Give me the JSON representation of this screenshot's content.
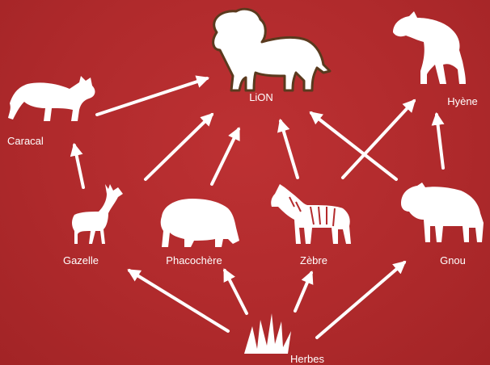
{
  "diagram": {
    "nodes": [
      {
        "id": "lion",
        "label": "LiON",
        "icon": "lion-icon"
      },
      {
        "id": "caracal",
        "label": "Caracal",
        "icon": "caracal-icon"
      },
      {
        "id": "hyene",
        "label": "Hyène",
        "icon": "hyena-icon"
      },
      {
        "id": "gazelle",
        "label": "Gazelle",
        "icon": "gazelle-icon"
      },
      {
        "id": "phacochere",
        "label": "Phacochère",
        "icon": "warthog-icon"
      },
      {
        "id": "zebre",
        "label": "Zèbre",
        "icon": "zebra-icon"
      },
      {
        "id": "gnou",
        "label": "Gnou",
        "icon": "wildebeest-icon"
      },
      {
        "id": "herbes",
        "label": "Herbes",
        "icon": "grass-icon"
      }
    ],
    "edges": [
      {
        "from": "herbes",
        "to": "gazelle"
      },
      {
        "from": "herbes",
        "to": "phacochere"
      },
      {
        "from": "herbes",
        "to": "zebre"
      },
      {
        "from": "herbes",
        "to": "gnou"
      },
      {
        "from": "gazelle",
        "to": "caracal"
      },
      {
        "from": "gazelle",
        "to": "lion"
      },
      {
        "from": "phacochere",
        "to": "lion"
      },
      {
        "from": "caracal",
        "to": "lion"
      },
      {
        "from": "zebre",
        "to": "lion"
      },
      {
        "from": "gnou",
        "to": "lion"
      },
      {
        "from": "zebre",
        "to": "hyene"
      },
      {
        "from": "gnou",
        "to": "hyene"
      }
    ],
    "colors": {
      "background": "#b42a2c",
      "foreground": "#ffffff",
      "lion_outline": "#5a3a1e"
    }
  }
}
